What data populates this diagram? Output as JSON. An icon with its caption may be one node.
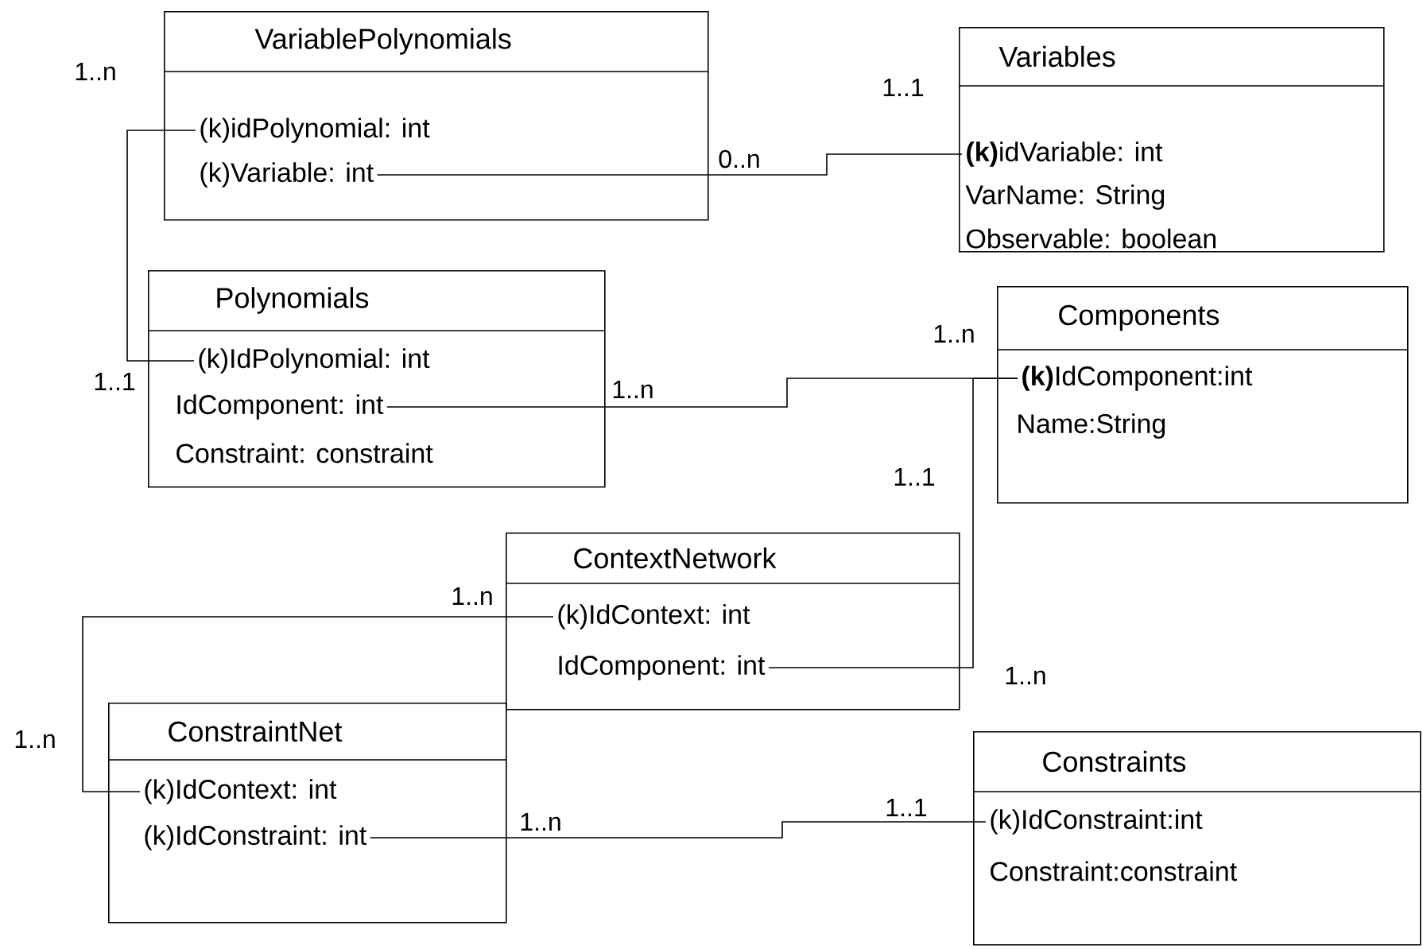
{
  "diagram": {
    "nodes": [
      {
        "text": [
          "VariablePolynomials"
        ]
      },
      {
        "text": [
          "(k)idPolynomial: int"
        ],
        "in": 0
      },
      {
        "text": [
          "(k)Variable: int"
        ],
        "in": 0
      },
      {
        "text": [
          "Variables"
        ]
      },
      {
        "text": [
          "**(k)**idVariable: int"
        ],
        "in": 3
      },
      {
        "text": [
          "VarName: String"
        ],
        "in": 3
      },
      {
        "text": [
          "Observable: boolean"
        ],
        "in": 3
      },
      {
        "text": [
          "Polynomials"
        ]
      },
      {
        "text": [
          "(k)IdPolynomial: int"
        ],
        "in": 7
      },
      {
        "text": [
          "IdComponent: int"
        ],
        "in": 7
      },
      {
        "text": [
          "Constraint: constraint"
        ],
        "in": 7
      },
      {
        "text": [
          "Components"
        ]
      },
      {
        "text": [
          "**(k)**IdComponent:int"
        ],
        "in": 11
      },
      {
        "text": [
          "Name:String"
        ],
        "in": 11
      },
      {
        "text": [
          "ContextNetwork"
        ]
      },
      {
        "text": [
          "(k)IdContext: int"
        ],
        "in": 14
      },
      {
        "text": [
          "IdComponent: int"
        ],
        "in": 14
      },
      {
        "text": [
          "ConstraintNet"
        ]
      },
      {
        "text": [
          "(k)IdContext: int"
        ],
        "in": 17
      },
      {
        "text": [
          "(k)IdConstraint: int"
        ],
        "in": 17
      },
      {
        "text": [
          "Constraints"
        ]
      },
      {
        "text": [
          "(k)IdConstraint:int"
        ],
        "in": 20
      },
      {
        "text": [
          "Constraint:constraint"
        ],
        "in": 20
      }
    ],
    "edges": [
      {
        "from": 1,
        "to": 8,
        "arrow": "none"
      },
      {
        "from": 2,
        "to": 4,
        "arrow": "none"
      },
      {
        "from": 9,
        "to": 12,
        "arrow": "none"
      },
      {
        "from": 16,
        "to": 12,
        "arrow": "none"
      },
      {
        "from": 15,
        "to": 18,
        "arrow": "none"
      },
      {
        "from": 19,
        "to": 21,
        "arrow": "none"
      }
    ],
    "labels": [
      "1..n",
      "1..1",
      "0..n",
      "1..n",
      "1..1",
      "1..n",
      "1..1",
      "1..n",
      "1..n",
      "1..n",
      "1..1",
      "1..n"
    ]
  }
}
